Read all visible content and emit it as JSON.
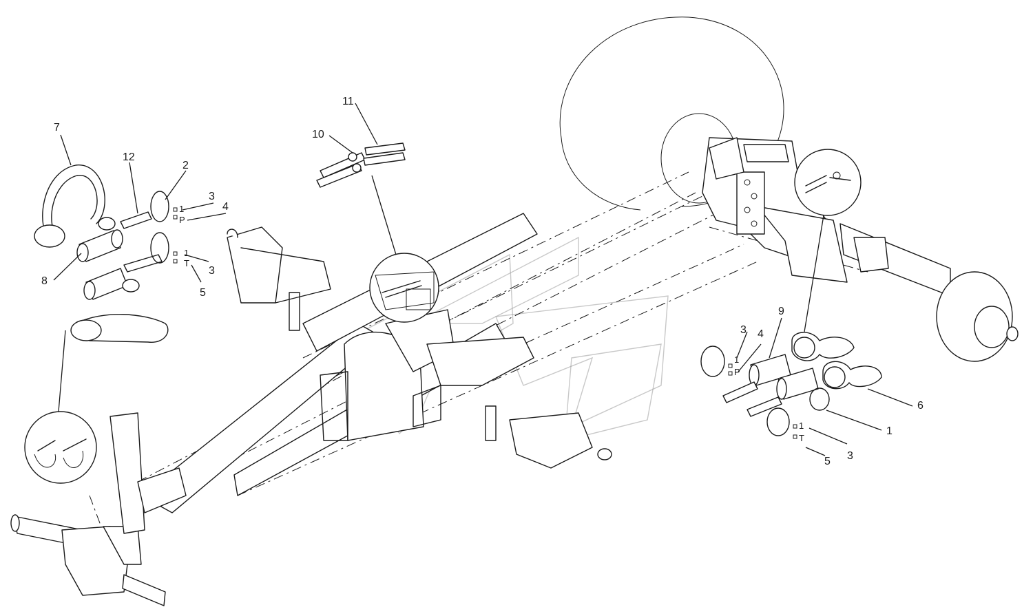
{
  "drawing": {
    "callouts": [
      {
        "id": "c7",
        "label": "7"
      },
      {
        "id": "c12",
        "label": "12"
      },
      {
        "id": "c2",
        "label": "2"
      },
      {
        "id": "c3a",
        "label": "3"
      },
      {
        "id": "c4a",
        "label": "4"
      },
      {
        "id": "c8",
        "label": "8"
      },
      {
        "id": "c3b",
        "label": "3"
      },
      {
        "id": "c5a",
        "label": "5"
      },
      {
        "id": "c11",
        "label": "11"
      },
      {
        "id": "c10",
        "label": "10"
      },
      {
        "id": "c9",
        "label": "9"
      },
      {
        "id": "c3c",
        "label": "3"
      },
      {
        "id": "c4b",
        "label": "4"
      },
      {
        "id": "c6",
        "label": "6"
      },
      {
        "id": "c1",
        "label": "1"
      },
      {
        "id": "c3d",
        "label": "3"
      },
      {
        "id": "c5b",
        "label": "5"
      }
    ],
    "marks": [
      {
        "id": "m1a",
        "label": "1"
      },
      {
        "id": "mPa",
        "label": "P"
      },
      {
        "id": "m1b",
        "label": "1"
      },
      {
        "id": "mTa",
        "label": "T"
      },
      {
        "id": "m1c",
        "label": "1"
      },
      {
        "id": "mPb",
        "label": "P"
      },
      {
        "id": "m1d",
        "label": "1"
      },
      {
        "id": "mTb",
        "label": "T"
      }
    ]
  }
}
